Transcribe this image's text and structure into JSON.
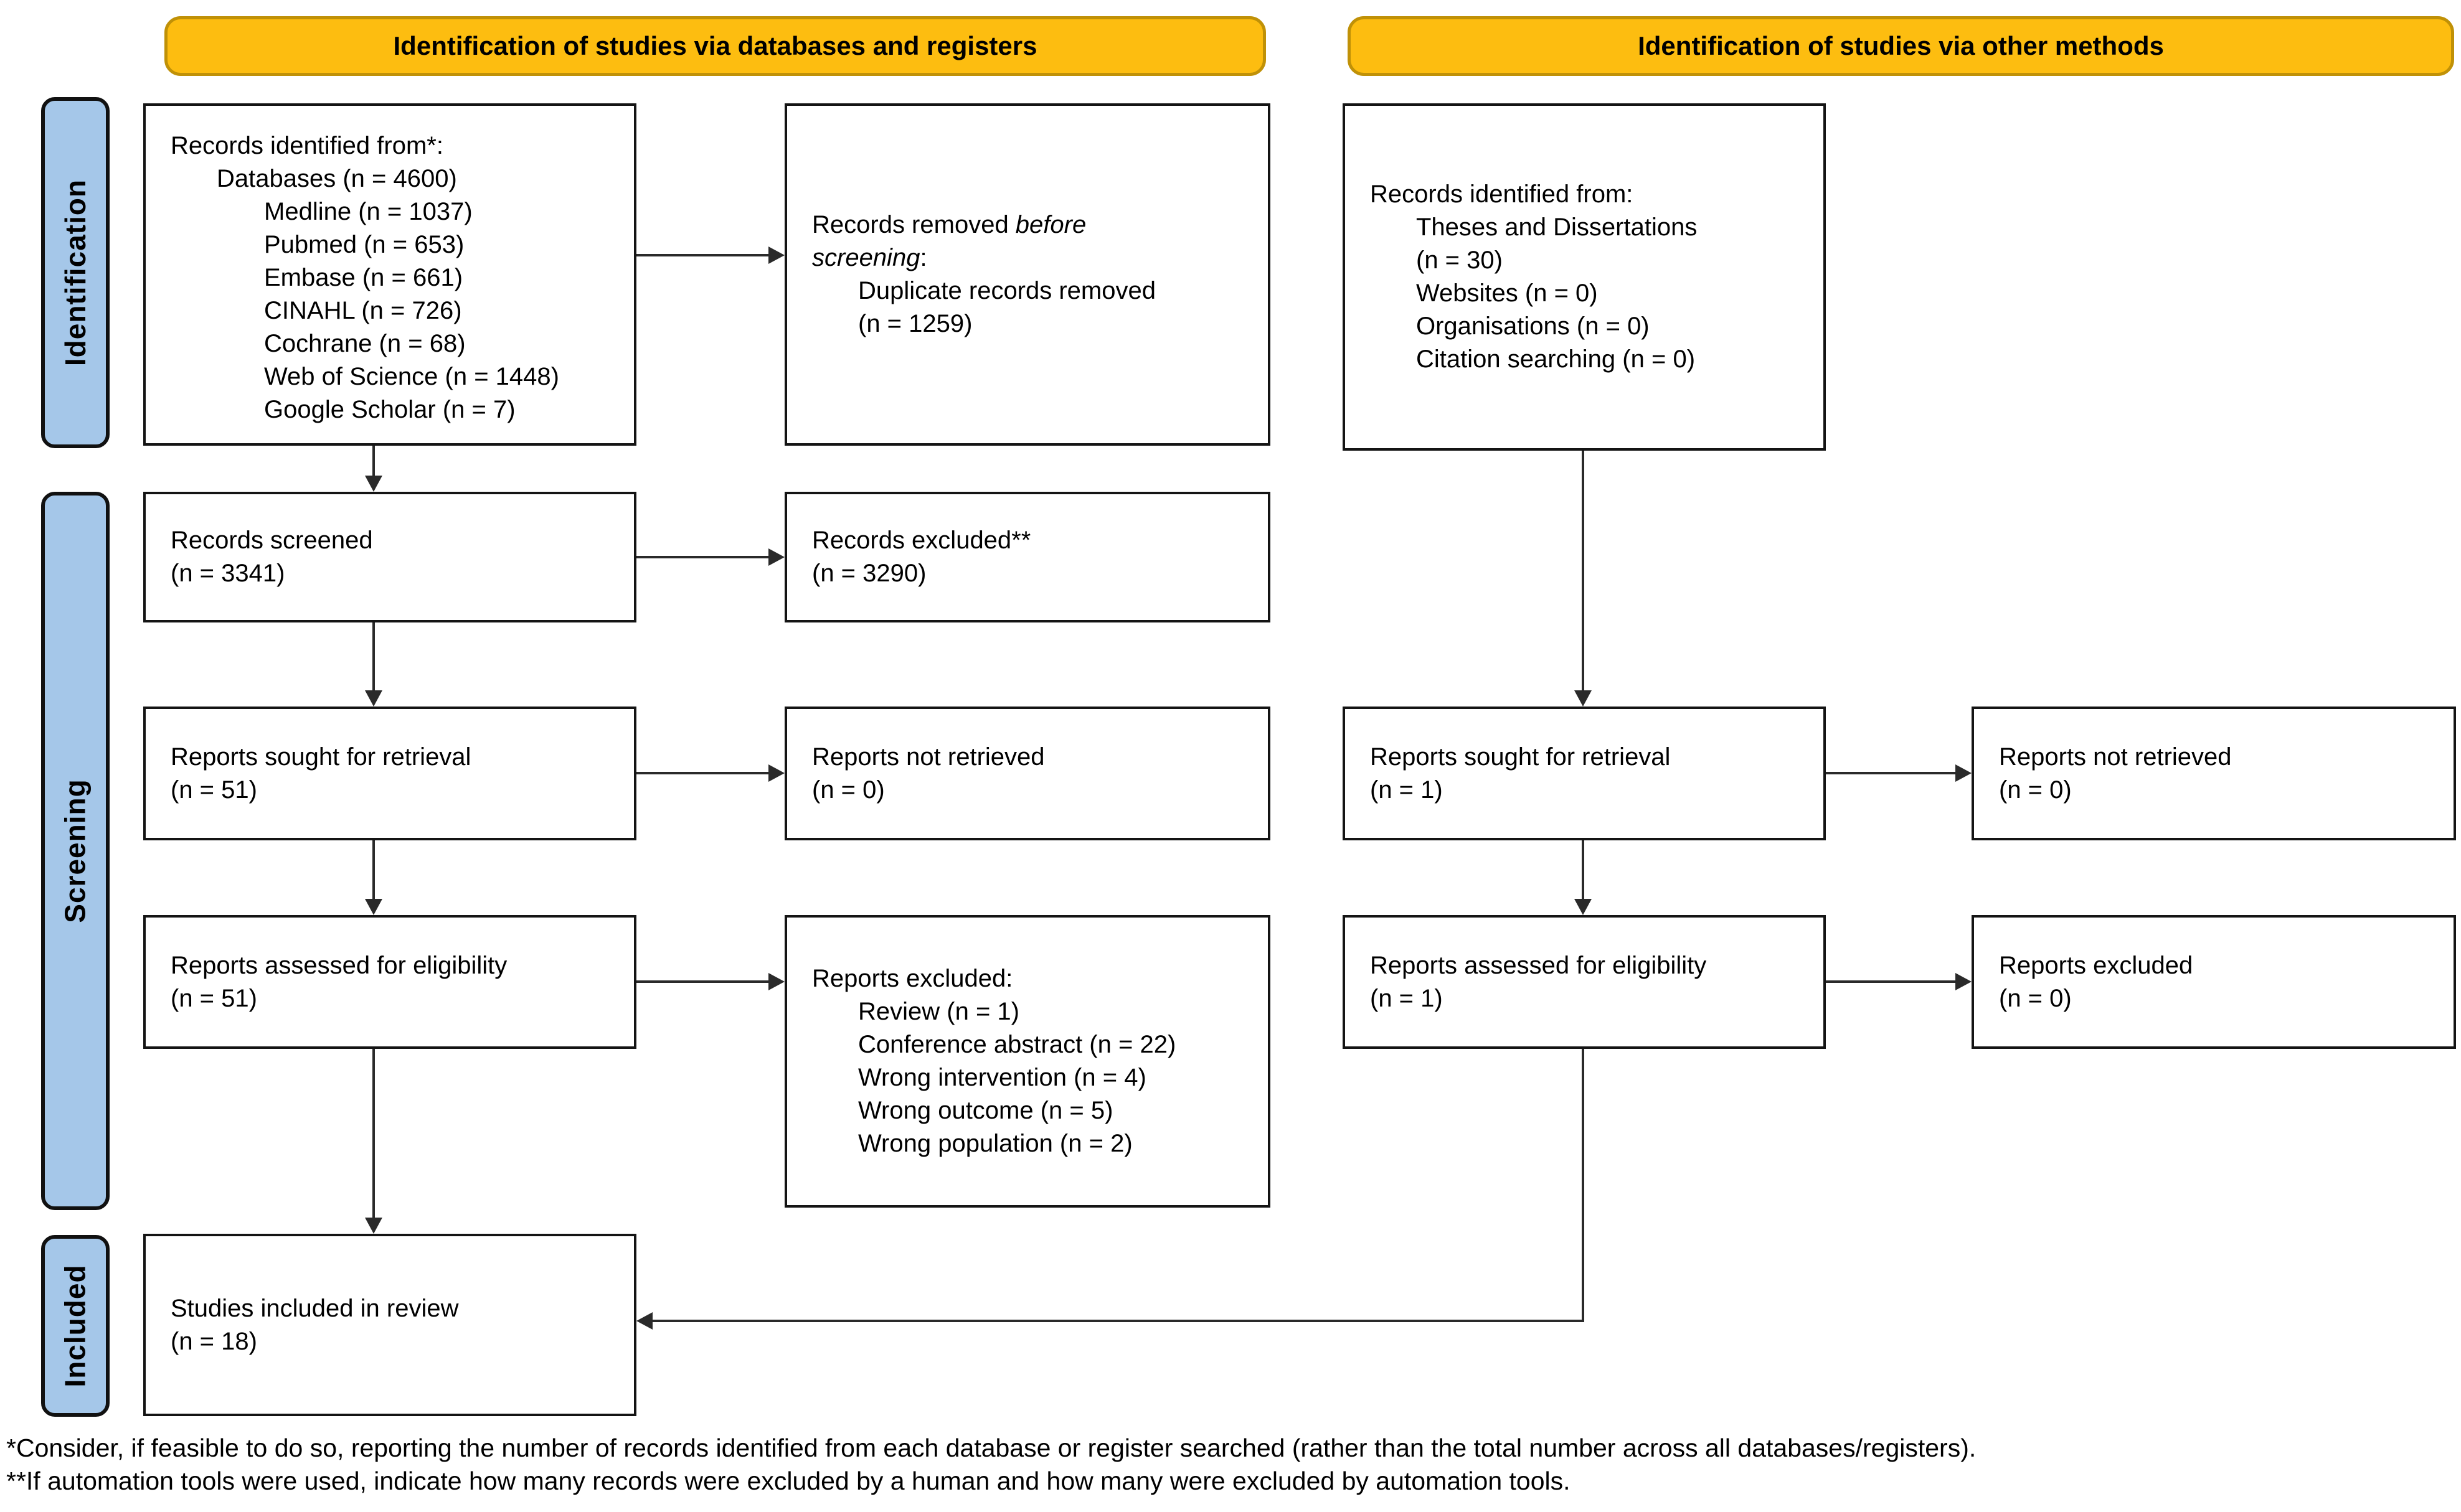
{
  "banners": {
    "left": "Identification of studies via databases and registers",
    "right": "Identification of studies via other methods"
  },
  "sidebar": {
    "identification": "Identification",
    "screening": "Screening",
    "included": "Included"
  },
  "colors": {
    "banner_fill": "#FDBD10",
    "banner_border": "#C09107",
    "sidebar_fill": "#A5C7E9",
    "box_border": "#141414",
    "arrow": "#2A2A2A"
  },
  "boxes": {
    "records_identified_databases": {
      "title": "Records identified from*:",
      "group": "Databases (n = 4600)",
      "items": {
        "medline": "Medline (n = 1037)",
        "pubmed": "Pubmed (n = 653)",
        "embase": "Embase (n = 661)",
        "cinahl": "CINAHL (n = 726)",
        "cochrane": "Cochrane (n = 68)",
        "web_of_science": "Web of Science (n = 1448)",
        "google_scholar": "Google Scholar (n = 7)"
      }
    },
    "records_removed": {
      "line1_normal": "Records removed ",
      "line1_italic": "before",
      "line2_italic": "screening",
      "line2_suffix": ":",
      "item": "Duplicate records removed",
      "item_count": "(n = 1259)"
    },
    "records_identified_other": {
      "title": "Records identified from:",
      "items": {
        "theses": "Theses and Dissertations",
        "theses_count": "(n = 30)",
        "websites": "Websites (n = 0)",
        "organisations": "Organisations (n = 0)",
        "citation_searching": "Citation searching (n = 0)"
      }
    },
    "records_screened": {
      "line1": "Records screened",
      "line2": "(n = 3341)"
    },
    "records_excluded": {
      "line1": "Records excluded**",
      "line2": "(n = 3290)"
    },
    "reports_sought_db": {
      "line1": "Reports sought for retrieval",
      "line2": "(n = 51)"
    },
    "reports_not_retrieved_db": {
      "line1": "Reports not retrieved",
      "line2": "(n = 0)"
    },
    "reports_sought_other": {
      "line1": "Reports sought for retrieval",
      "line2": "(n = 1)"
    },
    "reports_not_retrieved_other": {
      "line1": "Reports not retrieved",
      "line2": "(n = 0)"
    },
    "reports_assessed_db": {
      "line1": "Reports assessed for eligibility",
      "line2": "(n = 51)"
    },
    "reports_excluded_reasons": {
      "title": "Reports excluded:",
      "items": {
        "review": "Review (n = 1)",
        "conference_abstract": "Conference abstract (n = 22)",
        "wrong_intervention": "Wrong intervention (n = 4)",
        "wrong_outcome": "Wrong outcome (n = 5)",
        "wrong_population": "Wrong population (n = 2)"
      }
    },
    "reports_assessed_other": {
      "line1": "Reports assessed for eligibility",
      "line2": "(n = 1)"
    },
    "reports_excluded_other": {
      "line1": "Reports excluded",
      "line2": "(n = 0)"
    },
    "studies_included": {
      "line1": "Studies included in review",
      "line2": "(n = 18)"
    }
  },
  "footnotes": {
    "first": "*Consider, if feasible to do so, reporting the number of records identified from each database or register searched (rather than the total number across all databases/registers).",
    "second": "**If automation tools were used, indicate how many records were excluded by a human and how many were excluded by automation tools."
  }
}
